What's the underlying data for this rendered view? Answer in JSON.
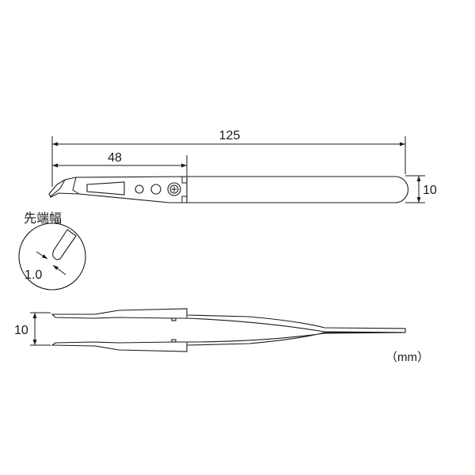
{
  "dimensions": {
    "total_length": "125",
    "tip_section_length": "48",
    "body_width": "10",
    "tip_width_label": "先端幅",
    "tip_width_value": "1.0",
    "open_gap": "10"
  },
  "unit_label": "（mm）",
  "colors": {
    "line": "#1a1a1a",
    "background": "#ffffff"
  }
}
